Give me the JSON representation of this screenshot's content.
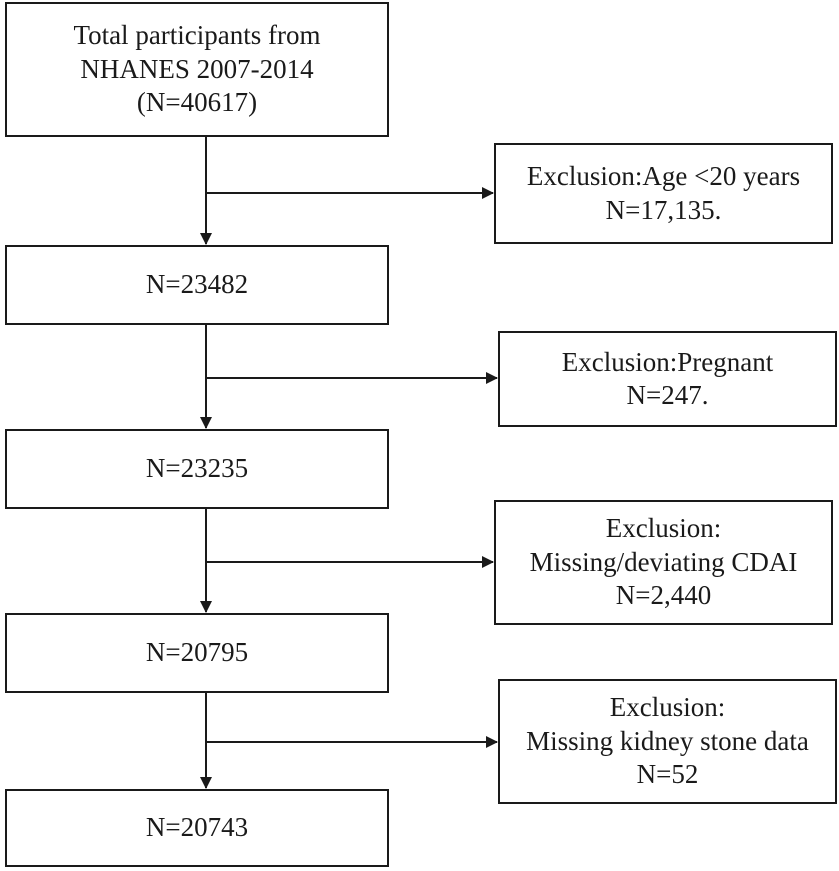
{
  "main_boxes": [
    {
      "lines": [
        "Total participants from",
        "NHANES 2007-2014",
        "(N=40617)"
      ]
    },
    {
      "lines": [
        "N=23482"
      ]
    },
    {
      "lines": [
        "N=23235"
      ]
    },
    {
      "lines": [
        "N=20795"
      ]
    },
    {
      "lines": [
        "N=20743"
      ]
    }
  ],
  "exclusion_boxes": [
    {
      "lines": [
        "Exclusion:Age <20 years",
        "N=17,135."
      ]
    },
    {
      "lines": [
        "Exclusion:Pregnant",
        "N=247."
      ]
    },
    {
      "lines": [
        "Exclusion:",
        "Missing/deviating CDAI",
        "N=2,440"
      ]
    },
    {
      "lines": [
        "Exclusion:",
        "Missing kidney stone data",
        "N=52"
      ]
    }
  ],
  "colors": {
    "line": "#1a1a1a",
    "background": "#ffffff"
  }
}
